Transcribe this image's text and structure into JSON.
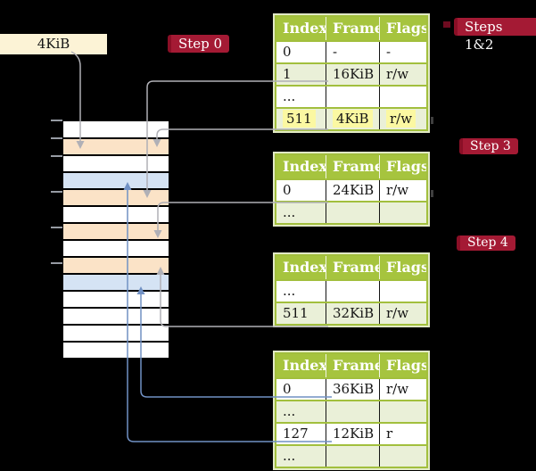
{
  "palette": {
    "background": "#000000",
    "table_header_bg": "#a6c43e",
    "table_border": "#a2bf3d",
    "table_row_alt_bg": "#eaf0d8",
    "highlight_yellow": "#fbf8a2",
    "frame_free": "#ffffff",
    "frame_page_table": "#fbe3c7",
    "frame_mapped_page": "#d5e3f4",
    "label_box_bg": "#fcf3d6",
    "badge_bg": "#a41a34",
    "badge_text": "#ffffff",
    "connector_gray": "#b0b0b6",
    "connector_blue": "#7191c4"
  },
  "labels": {
    "frame_size": "4KiB",
    "badge_step0": "Step 0",
    "badge_steps12": "Steps 1&2",
    "badge_step3": "Step 3",
    "badge_step4": "Step 4"
  },
  "memory": {
    "rows": [
      {
        "kind": "free"
      },
      {
        "kind": "page_table"
      },
      {
        "kind": "free"
      },
      {
        "kind": "mapped_page"
      },
      {
        "kind": "page_table"
      },
      {
        "kind": "free"
      },
      {
        "kind": "page_table"
      },
      {
        "kind": "free"
      },
      {
        "kind": "page_table"
      },
      {
        "kind": "mapped_page"
      },
      {
        "kind": "free"
      },
      {
        "kind": "free"
      },
      {
        "kind": "free"
      },
      {
        "kind": "free"
      }
    ]
  },
  "tables": [
    {
      "name": "page-table-steps-1-2",
      "columns": [
        "Index",
        "Frame",
        "Flags"
      ],
      "rows": [
        {
          "cells": [
            "0",
            "-",
            "-"
          ],
          "alt": false,
          "highlight": false
        },
        {
          "cells": [
            "1",
            "16KiB",
            "r/w"
          ],
          "alt": true,
          "highlight": false
        },
        {
          "cells": [
            "...",
            "",
            ""
          ],
          "alt": false,
          "highlight": false
        },
        {
          "cells": [
            "511",
            "4KiB",
            "r/w"
          ],
          "alt": true,
          "highlight": true
        }
      ]
    },
    {
      "name": "page-table-step-3",
      "columns": [
        "Index",
        "Frame",
        "Flags"
      ],
      "rows": [
        {
          "cells": [
            "0",
            "24KiB",
            "r/w"
          ],
          "alt": false,
          "highlight": false
        },
        {
          "cells": [
            "...",
            "",
            ""
          ],
          "alt": true,
          "highlight": false
        }
      ]
    },
    {
      "name": "page-table-step-4-upper",
      "columns": [
        "Index",
        "Frame",
        "Flags"
      ],
      "rows": [
        {
          "cells": [
            "...",
            "",
            ""
          ],
          "alt": false,
          "highlight": false
        },
        {
          "cells": [
            "511",
            "32KiB",
            "r/w"
          ],
          "alt": true,
          "highlight": false
        }
      ]
    },
    {
      "name": "page-table-step-4-lower",
      "columns": [
        "Index",
        "Frame",
        "Flags"
      ],
      "rows": [
        {
          "cells": [
            "0",
            "36KiB",
            "r/w"
          ],
          "alt": false,
          "highlight": false
        },
        {
          "cells": [
            "...",
            "",
            ""
          ],
          "alt": true,
          "highlight": false
        },
        {
          "cells": [
            "127",
            "12KiB",
            "r"
          ],
          "alt": false,
          "highlight": false
        },
        {
          "cells": [
            "...",
            "",
            ""
          ],
          "alt": true,
          "highlight": false
        }
      ]
    }
  ],
  "connections": [
    {
      "from": "frame-size-label",
      "to": "frame 4KiB (row 2)",
      "color": "gray"
    },
    {
      "from": "table1 index 1",
      "to": "frame 16KiB (row 5)",
      "color": "gray"
    },
    {
      "from": "table1 index 511",
      "to": "frame 4KiB (row 2)",
      "color": "gray"
    },
    {
      "from": "table2 index 0",
      "to": "frame 24KiB (row 7)",
      "color": "gray"
    },
    {
      "from": "table3 index 511",
      "to": "frame 32KiB (row 9)",
      "color": "gray"
    },
    {
      "from": "table4 index 0",
      "to": "frame 36KiB (row 10)",
      "color": "blue"
    },
    {
      "from": "table4 index 127",
      "to": "frame 12KiB (row 4)",
      "color": "blue"
    }
  ]
}
